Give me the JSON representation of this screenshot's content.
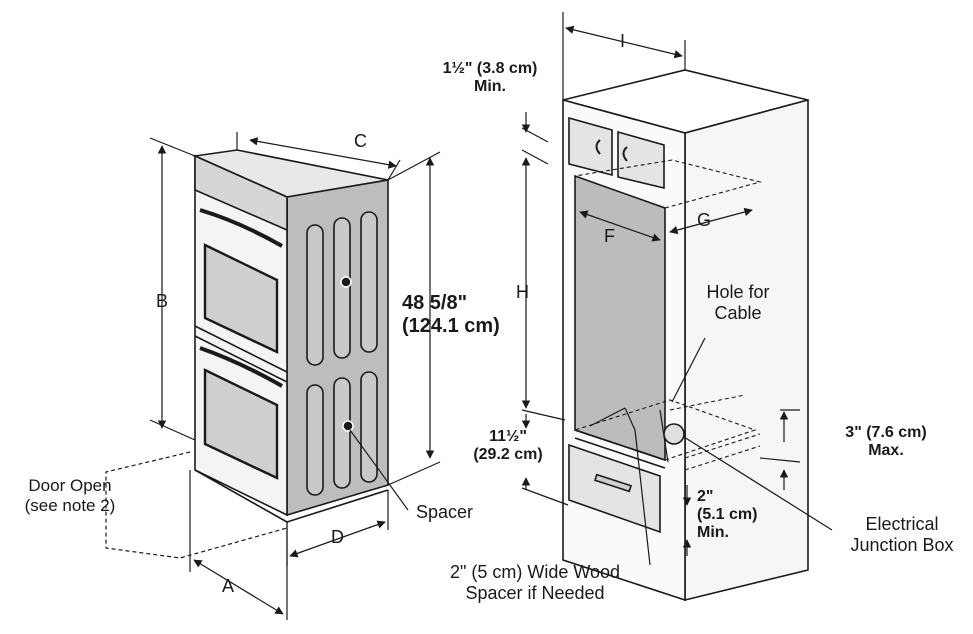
{
  "oven": {
    "dim_a": "A",
    "dim_b": "B",
    "dim_c": "C",
    "dim_d": "D",
    "height_line1": "48 5/8\"",
    "height_line2": "(124.1 cm)",
    "door_open_line1": "Door Open",
    "door_open_line2": "(see note 2)",
    "spacer": "Spacer"
  },
  "cabinet": {
    "dim_i": "I",
    "dim_f": "F",
    "dim_g": "G",
    "dim_h": "H",
    "top_clear_line1": "1½\" (3.8 cm)",
    "top_clear_line2": "Min.",
    "bottom_gap_line1": "11½\"",
    "bottom_gap_line2": "(29.2 cm)",
    "hole_line1": "Hole for",
    "hole_line2": "Cable",
    "max_line1": "3\" (7.6 cm)",
    "max_line2": "Max.",
    "min2_line1": "2\"",
    "min2_line2": "(5.1 cm)",
    "min2_line3": "Min.",
    "junction_line1": "Electrical",
    "junction_line2": "Junction Box",
    "wood_line1": "2\" (5 cm) Wide Wood",
    "wood_line2": "Spacer if Needed"
  }
}
